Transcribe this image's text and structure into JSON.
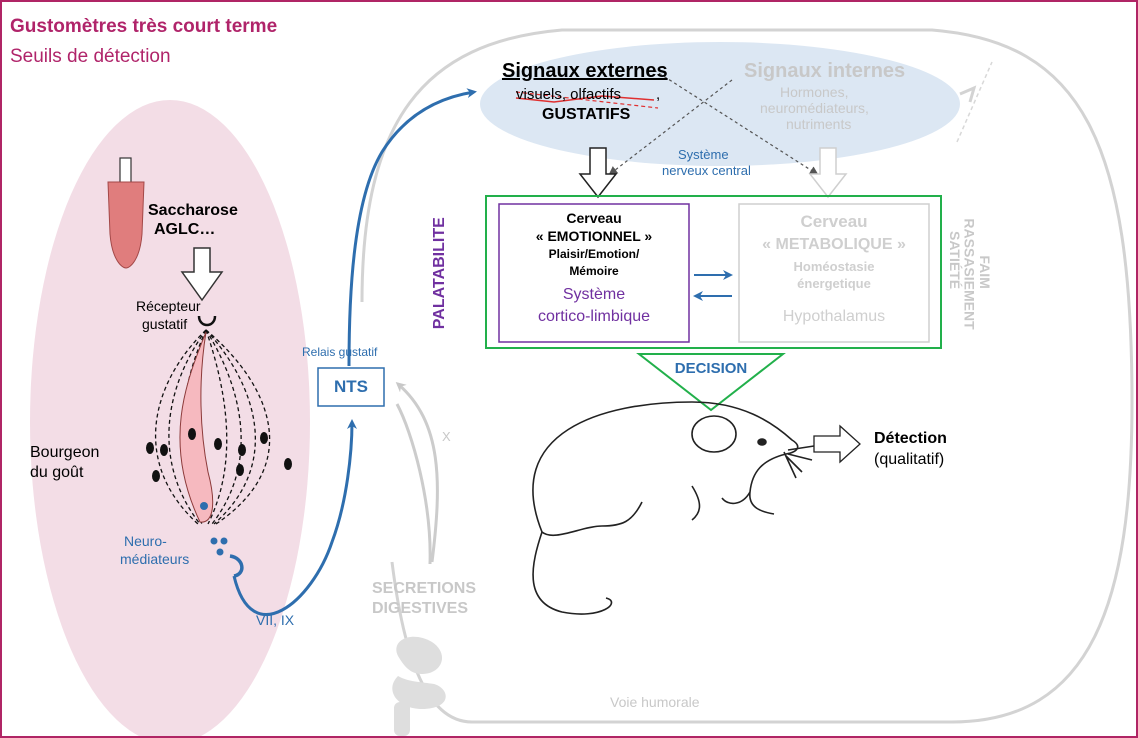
{
  "header": {
    "title": "Gustomètres très court terme",
    "subtitle": "Seuils de détection"
  },
  "stimulus": {
    "label_line1": "Saccharose",
    "label_line2": "AGLC…"
  },
  "taste_bud": {
    "receptor_line1": "Récepteur",
    "receptor_line2": "gustatif",
    "bud_line1": "Bourgeon",
    "bud_line2": "du goût",
    "neuro_line1": "Neuro-",
    "neuro_line2": "médiateurs"
  },
  "nerves": {
    "cranial_label": "VII, IX",
    "relay_label": "Relais gustatif",
    "nts_label": "NTS",
    "vagus_label": "X"
  },
  "digestive": {
    "label_line1": "SECRETIONS",
    "label_line2": "DIGESTIVES",
    "humoral_label": "Voie humorale"
  },
  "signals": {
    "external_title": "Signaux externes",
    "external_crossed": "visuels, olfactifs",
    "external_comma": ",",
    "external_kept": "GUSTATIFS",
    "internal_title": "Signaux internes",
    "internal_line1": "Hormones,",
    "internal_line2": "neuromédiateurs,",
    "internal_line3": "nutriments",
    "cns_line1": "Système",
    "cns_line2": "nerveux central"
  },
  "brain": {
    "palatability": "PALATABILITE",
    "emo_line1": "Cerveau",
    "emo_line2": "« EMOTIONNEL »",
    "emo_line3": "Plaisir/Emotion/",
    "emo_line4": "Mémoire",
    "emo_line5": "Système",
    "emo_line6": "cortico-limbique",
    "met_line1": "Cerveau",
    "met_line2": "« METABOLIQUE »",
    "met_line3": "Homéostasie",
    "met_line4": "énergetique",
    "met_line5": "Hypothalamus",
    "side_line1": "FAIM",
    "side_line2": "RASSASIEMENT",
    "side_line3": "SATIÉTÉ",
    "decision": "DECISION"
  },
  "output": {
    "detection": "Détection",
    "qualitative": "(qualitatif)"
  },
  "colors": {
    "border": "#b02565",
    "title": "#b0246a",
    "pink_panel": "#f3dde6",
    "blue": "#2e6eae",
    "purple": "#7030a0",
    "green": "#22b04b",
    "ellipse": "#dce7f3",
    "grey": "#c8c8c8"
  }
}
